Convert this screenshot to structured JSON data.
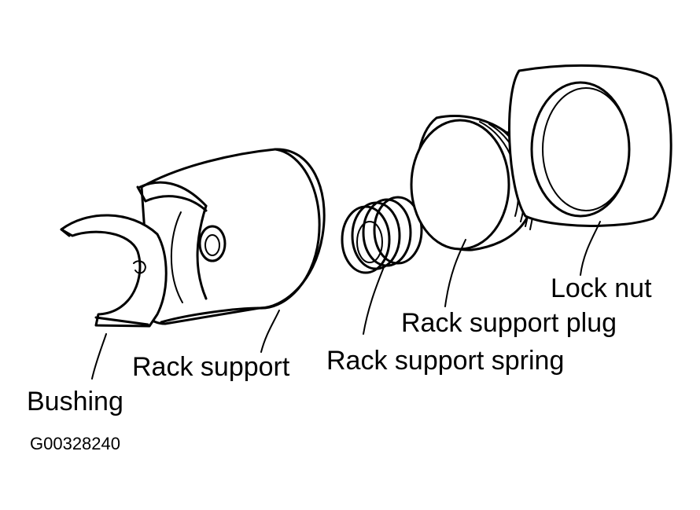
{
  "labels": {
    "lock_nut": "Lock nut",
    "rack_support_plug": "Rack support plug",
    "rack_support_spring": "Rack support spring",
    "rack_support": "Rack support",
    "bushing": "Bushing"
  },
  "figure_code": "G00328240"
}
